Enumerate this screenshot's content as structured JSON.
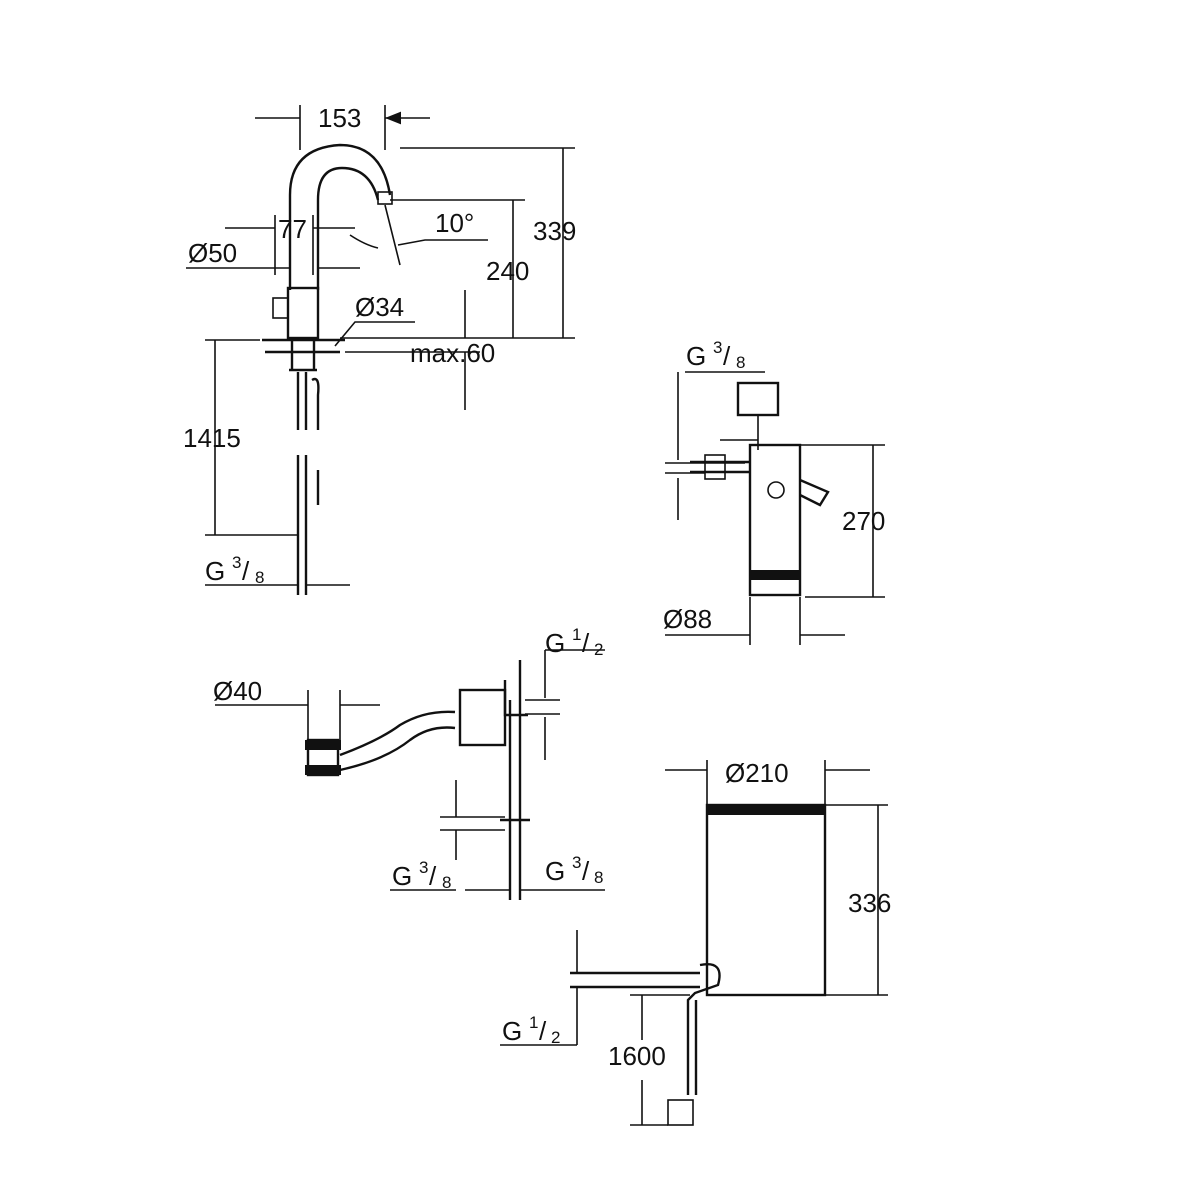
{
  "faucet": {
    "width_153": "153",
    "height_339": "339",
    "angle": "10°",
    "offset_77": "77",
    "diam_50": "Ø50",
    "height_240": "240",
    "diam_34": "Ø34",
    "max_thickness": "max.60",
    "hose_length": "1415",
    "thread": {
      "base": "G",
      "num": "3",
      "slash": "/",
      "den": "8"
    }
  },
  "filter": {
    "thread": {
      "base": "G",
      "num": "3",
      "slash": "/",
      "den": "8"
    },
    "height": "270",
    "diameter": "Ø88"
  },
  "valve": {
    "diam_40": "Ø40",
    "thread_top": {
      "base": "G",
      "num": "1",
      "slash": "/",
      "den": "2"
    },
    "thread_left": {
      "base": "G",
      "num": "3",
      "slash": "/",
      "den": "8"
    },
    "thread_right": {
      "base": "G",
      "num": "3",
      "slash": "/",
      "den": "8"
    }
  },
  "boiler": {
    "diameter": "Ø210",
    "height": "336",
    "thread": {
      "base": "G",
      "num": "1",
      "slash": "/",
      "den": "2"
    },
    "cable_length": "1600"
  }
}
